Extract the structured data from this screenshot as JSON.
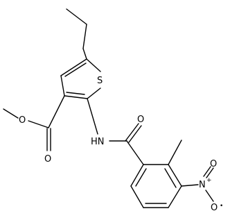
{
  "atoms": {
    "sulfur": "S",
    "amide_nh": "HN",
    "amide_oxygen": "O",
    "ester_carbonyl_oxygen": "O",
    "ester_ether_oxygen": "O",
    "nitro_nitrogen": "N",
    "nitro_plus": "+",
    "nitro_oxygen_double": "O",
    "nitro_oxygen_single": "O",
    "nitro_minus": "•"
  }
}
